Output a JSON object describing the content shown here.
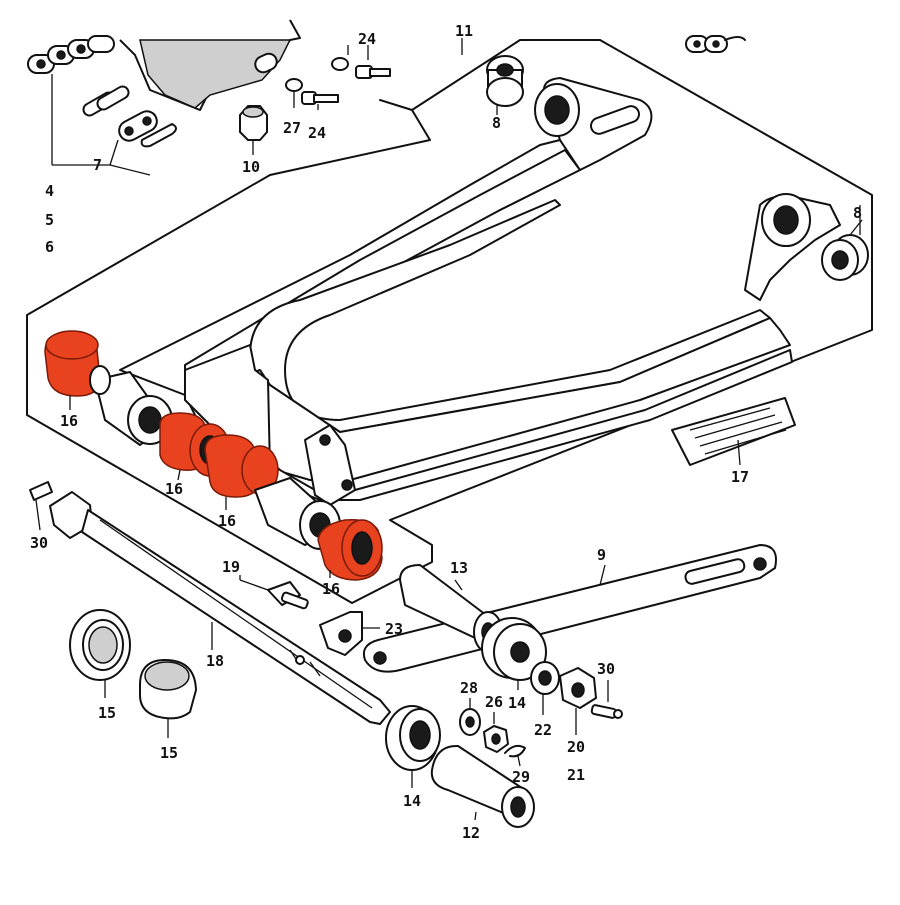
{
  "diagram": {
    "highlight_color": "#e8421f",
    "callouts": [
      {
        "id": "c4",
        "text": "4"
      },
      {
        "id": "c5",
        "text": "5"
      },
      {
        "id": "c6",
        "text": "6"
      },
      {
        "id": "c7",
        "text": "7"
      },
      {
        "id": "c8a",
        "text": "8"
      },
      {
        "id": "c8b",
        "text": "8"
      },
      {
        "id": "c9",
        "text": "9"
      },
      {
        "id": "c10",
        "text": "10"
      },
      {
        "id": "c11",
        "text": "11"
      },
      {
        "id": "c12",
        "text": "12"
      },
      {
        "id": "c13",
        "text": "13"
      },
      {
        "id": "c14a",
        "text": "14"
      },
      {
        "id": "c14b",
        "text": "14"
      },
      {
        "id": "c15a",
        "text": "15"
      },
      {
        "id": "c15b",
        "text": "15"
      },
      {
        "id": "c16a",
        "text": "16"
      },
      {
        "id": "c16b",
        "text": "16"
      },
      {
        "id": "c16c",
        "text": "16"
      },
      {
        "id": "c16d",
        "text": "16"
      },
      {
        "id": "c17",
        "text": "17"
      },
      {
        "id": "c18",
        "text": "18"
      },
      {
        "id": "c19",
        "text": "19"
      },
      {
        "id": "c20",
        "text": "20"
      },
      {
        "id": "c21",
        "text": "21"
      },
      {
        "id": "c22",
        "text": "22"
      },
      {
        "id": "c23",
        "text": "23"
      },
      {
        "id": "c24a",
        "text": "24"
      },
      {
        "id": "c24b",
        "text": "24"
      },
      {
        "id": "c26",
        "text": "26"
      },
      {
        "id": "c27",
        "text": "27"
      },
      {
        "id": "c28",
        "text": "28"
      },
      {
        "id": "c29",
        "text": "29"
      },
      {
        "id": "c30a",
        "text": "30"
      },
      {
        "id": "c30b",
        "text": "30"
      }
    ]
  }
}
